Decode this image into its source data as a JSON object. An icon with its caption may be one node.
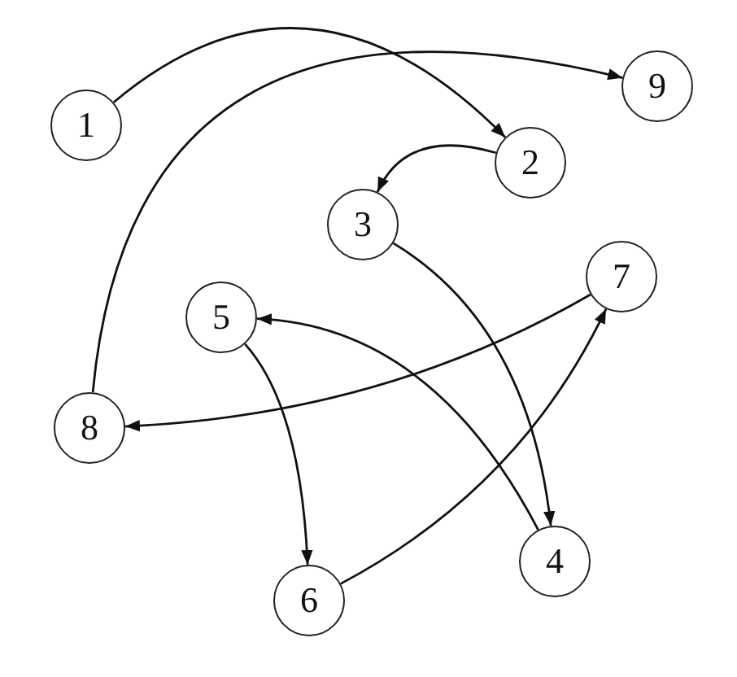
{
  "diagram": {
    "nodes": [
      {
        "text": [
          "1"
        ]
      },
      {
        "text": [
          "9"
        ]
      },
      {
        "text": [
          "2"
        ]
      },
      {
        "text": [
          "3"
        ]
      },
      {
        "text": [
          "7"
        ]
      },
      {
        "text": [
          "5"
        ]
      },
      {
        "text": [
          "8"
        ]
      },
      {
        "text": [
          "4"
        ]
      },
      {
        "text": [
          "6"
        ]
      }
    ],
    "edges": [
      {
        "from": 0,
        "to": 2,
        "arrow": "to"
      },
      {
        "from": 6,
        "to": 1,
        "arrow": "to"
      },
      {
        "from": 2,
        "to": 3,
        "arrow": "to"
      },
      {
        "from": 3,
        "to": 7,
        "arrow": "to"
      },
      {
        "from": 4,
        "to": 6,
        "arrow": "to"
      },
      {
        "from": 5,
        "to": 8,
        "arrow": "to"
      },
      {
        "from": 7,
        "to": 5,
        "arrow": "to"
      },
      {
        "from": 8,
        "to": 4,
        "arrow": "to"
      }
    ]
  }
}
